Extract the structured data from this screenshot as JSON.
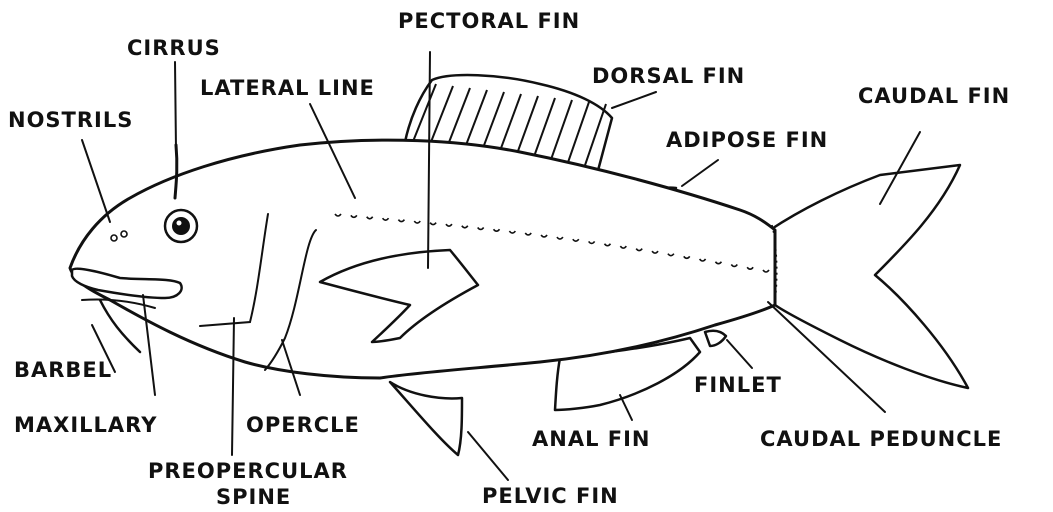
{
  "labels": {
    "pectoral_fin": "PECTORAL  FIN",
    "cirrus": "CIRRUS",
    "lateral_line": "LATERAL  LINE",
    "dorsal_fin": "DORSAL  FIN",
    "caudal_fin": "CAUDAL  FIN",
    "nostrils": "NOSTRILS",
    "adipose_fin": "ADIPOSE  FIN",
    "barbel": "BARBEL",
    "maxillary": "MAXILLARY",
    "opercle": "OPERCLE",
    "preopercular_line1": "PREOPERCULAR",
    "preopercular_line2": "SPINE",
    "finlet": "FINLET",
    "anal_fin": "ANAL  FIN",
    "caudal_peduncle": "CAUDAL  PEDUNCLE",
    "pelvic_fin": "PELVIC  FIN"
  }
}
